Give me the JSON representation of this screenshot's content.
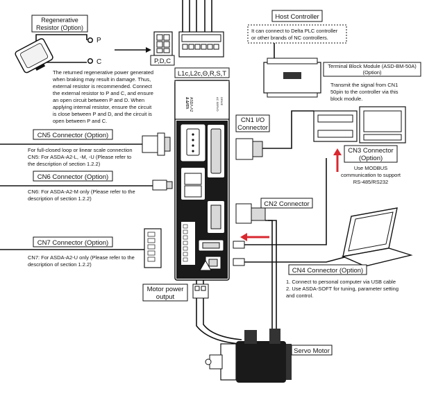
{
  "labels": {
    "regen_resistor": [
      "Regenerative",
      "Resistor (Option)"
    ],
    "pin_p": "P",
    "pin_c": "C",
    "pdc": "P,D,C",
    "power_terminals": "L1c,L2c,Θ,R,S,T",
    "host_controller": "Host Controller",
    "host_note": [
      "It can connect to Delta PLC controller",
      "or other brands of NC controllers."
    ],
    "terminal_block": [
      "Terminal Block Module (ASD-BM-50A)",
      "(Option)"
    ],
    "terminal_note": [
      "Transmit the signal from CN1",
      "50pin to the controller via this",
      "block module."
    ],
    "regen_note": [
      "The returned regenerative power generated",
      "when braking may result in damage. Thus,",
      "external resistor is recommended. Connect",
      "the external resistor to P and C, and ensure",
      "an open circuit between P and D. When",
      "applying internal resistor, ensure the circuit",
      "is close between P and D, and the circuit is",
      "open between P and C."
    ],
    "cn5": "CN5 Connector (Option)",
    "cn5_note": [
      "For full-closed loop or linear scale connection",
      "CN5: For ASDA-A2-L, -M, -U (Please refer to",
      "the description of section 1.2.2)"
    ],
    "cn6": "CN6 Connector (Option)",
    "cn6_note": [
      "CN6: For ASDA-A2-M only (Please refer to the",
      "description of section 1.2.2)"
    ],
    "cn7": "CN7 Connector (Option)",
    "cn7_note": [
      "CN7: For ASDA-A2-U only (Please refer to the",
      "description of section 1.2.2)"
    ],
    "cn1": [
      "CN1 I/O",
      "Connector"
    ],
    "cn2": "CN2 Connector",
    "cn3": [
      "CN3 Connector",
      "(Option)"
    ],
    "cn3_note": [
      "Use MODBUS",
      "communication to support",
      "RS-485/RS232"
    ],
    "cn4": "CN4 Connector (Option)",
    "cn4_note": [
      "1. Connect to personal computer via USB cable",
      "2. Use ASDA-SOFT for tuning, parameter setting",
      "and control."
    ],
    "motor_power": [
      "Motor power",
      "output"
    ],
    "servo_motor": "Servo Motor"
  },
  "drive_marks": {
    "brand_lines": [
      "Δ ΔΛΤΛ",
      "ASDΛ-Λ2"
    ],
    "model_lines": [
      "AC SERVO",
      "DRIVE"
    ]
  },
  "colors": {
    "line": "#111111",
    "accent_arrow": "#d9282f",
    "drive_body": "#1a1a1a",
    "panel_gray": "#d9d9d9"
  },
  "icons": {
    "arrow": "arrow-right-icon",
    "red_arrow_up": "red-arrow-up-icon",
    "red_arrow_left": "red-arrow-left-icon"
  }
}
